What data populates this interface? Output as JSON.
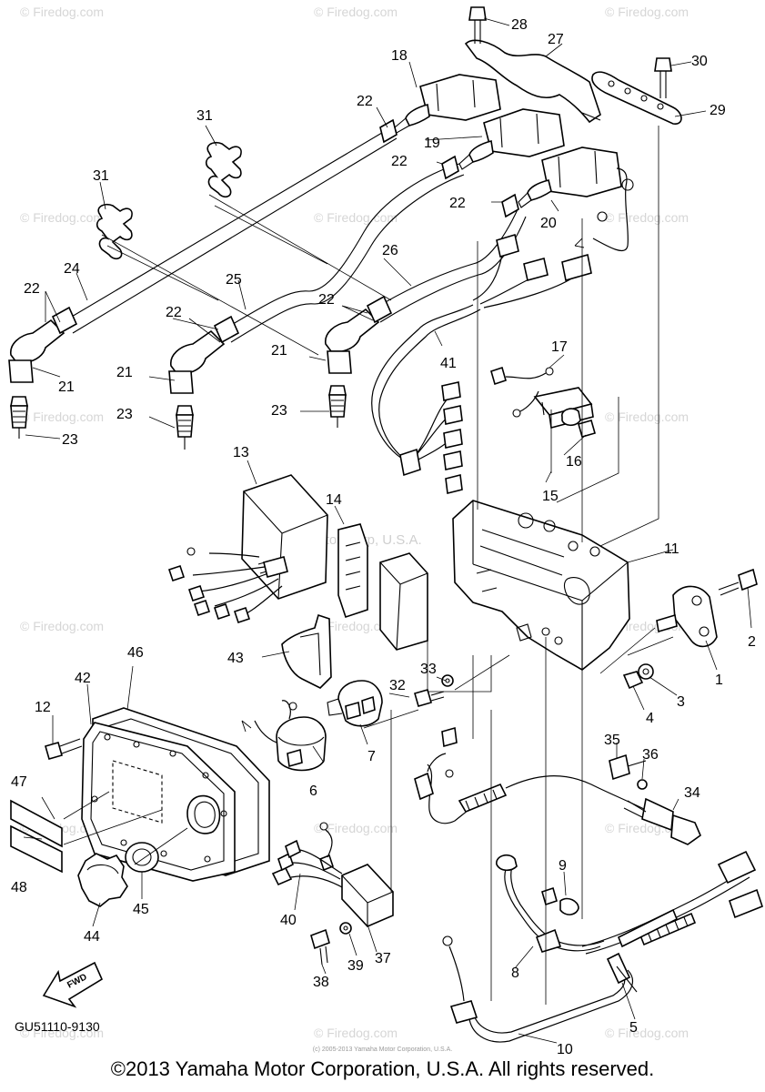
{
  "callouts": [
    "1",
    "2",
    "3",
    "4",
    "5",
    "6",
    "7",
    "8",
    "9",
    "10",
    "11",
    "12",
    "13",
    "14",
    "15",
    "16",
    "17",
    "18",
    "19",
    "20",
    "21",
    "22",
    "23",
    "24",
    "25",
    "26",
    "27",
    "28",
    "29",
    "30",
    "31",
    "32",
    "33",
    "34",
    "35",
    "36",
    "37",
    "38",
    "39",
    "40",
    "41",
    "42",
    "43",
    "44",
    "45",
    "46",
    "47",
    "48"
  ],
  "fwd_label": "FWD",
  "diagram_code": "GU51110-9130",
  "copyright": "©2013 Yamaha Motor Corporation, U.S.A. All rights reserved.",
  "micro_notice": "(c) 2005-2013 Yamaha Motor Corporation, U.S.A.",
  "watermark": "© Firedog.com",
  "center_watermark": "Yamaha Motor Corp, U.S.A."
}
